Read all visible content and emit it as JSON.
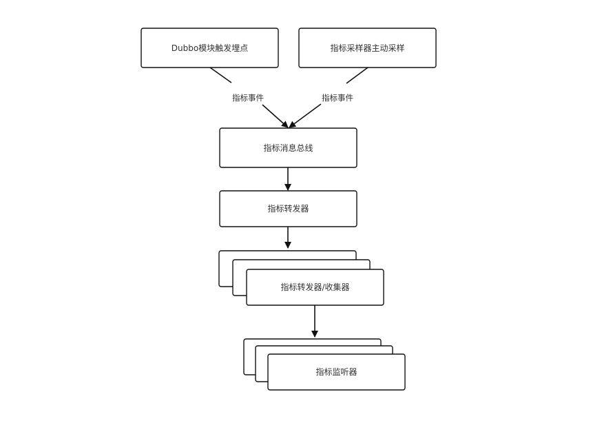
{
  "diagram": {
    "nodes": {
      "dubbo_trigger": "Dubbo模块触发埋点",
      "sampler": "指标采样器主动采样",
      "event_bus": "指标消息总线",
      "forwarder": "指标转发器",
      "collector": "指标转发器/收集器",
      "listener": "指标监听器"
    },
    "edges": {
      "left_event_label": "指标事件",
      "right_event_label": "指标事件"
    }
  }
}
